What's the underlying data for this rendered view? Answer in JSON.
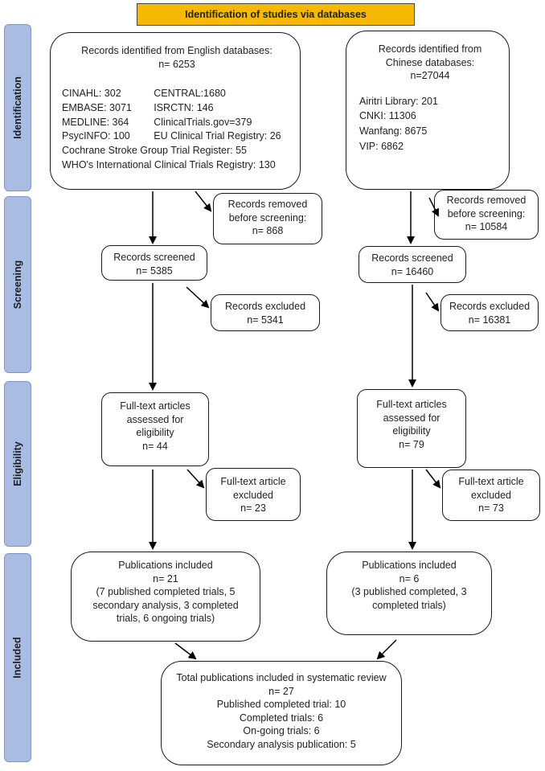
{
  "header": "Identification of studies via databases",
  "stages": [
    "Identification",
    "Screening",
    "Eligibility",
    "Included"
  ],
  "english": {
    "identified_title": "Records identified from English databases:",
    "identified_n": "n= 6253",
    "db_grid": [
      [
        "CINAHL: 302",
        "CENTRAL:1680"
      ],
      [
        "EMBASE: 3071",
        "ISRCTN: 146"
      ],
      [
        "MEDLINE: 364",
        "ClinicalTrials.gov=379"
      ],
      [
        "PsycINFO: 100",
        "EU Clinical Trial Registry: 26"
      ]
    ],
    "db_extra": [
      "Cochrane Stroke Group Trial Register: 55",
      "WHO's International Clinical Trials Registry: 130"
    ],
    "removed": [
      "Records removed",
      "before screening:",
      "n= 868"
    ],
    "screened": [
      "Records screened",
      "n= 5385"
    ],
    "excluded": [
      "Records excluded",
      "n= 5341"
    ],
    "fulltext": [
      "Full-text articles",
      "assessed for",
      "eligibility",
      "n= 44"
    ],
    "ft_excluded": [
      "Full-text article",
      "excluded",
      "n= 23"
    ],
    "included": [
      "Publications included",
      "n= 21",
      "(7 published completed trials, 5",
      "secondary analysis, 3 completed",
      "trials, 6 ongoing trials)"
    ]
  },
  "chinese": {
    "identified": [
      "Records identified from",
      "Chinese databases:",
      "n=27044"
    ],
    "dbs": [
      "Airitri Library: 201",
      "CNKI: 11306",
      "Wanfang: 8675",
      "VIP: 6862"
    ],
    "removed": [
      "Records removed",
      "before screening:",
      "n= 10584"
    ],
    "screened": [
      "Records screened",
      "n= 16460"
    ],
    "excluded": [
      "Records excluded",
      "n= 16381"
    ],
    "fulltext": [
      "Full-text articles",
      "assessed for",
      "eligibility",
      "n= 79"
    ],
    "ft_excluded": [
      "Full-text article",
      "excluded",
      "n= 73"
    ],
    "included": [
      "Publications included",
      "n= 6",
      "(3 published completed, 3",
      "completed trials)"
    ]
  },
  "total": [
    "Total publications included in systematic review",
    "n= 27",
    "Published completed trial: 10",
    "Completed trials: 6",
    "On-going trials: 6",
    "Secondary analysis publication: 5"
  ]
}
